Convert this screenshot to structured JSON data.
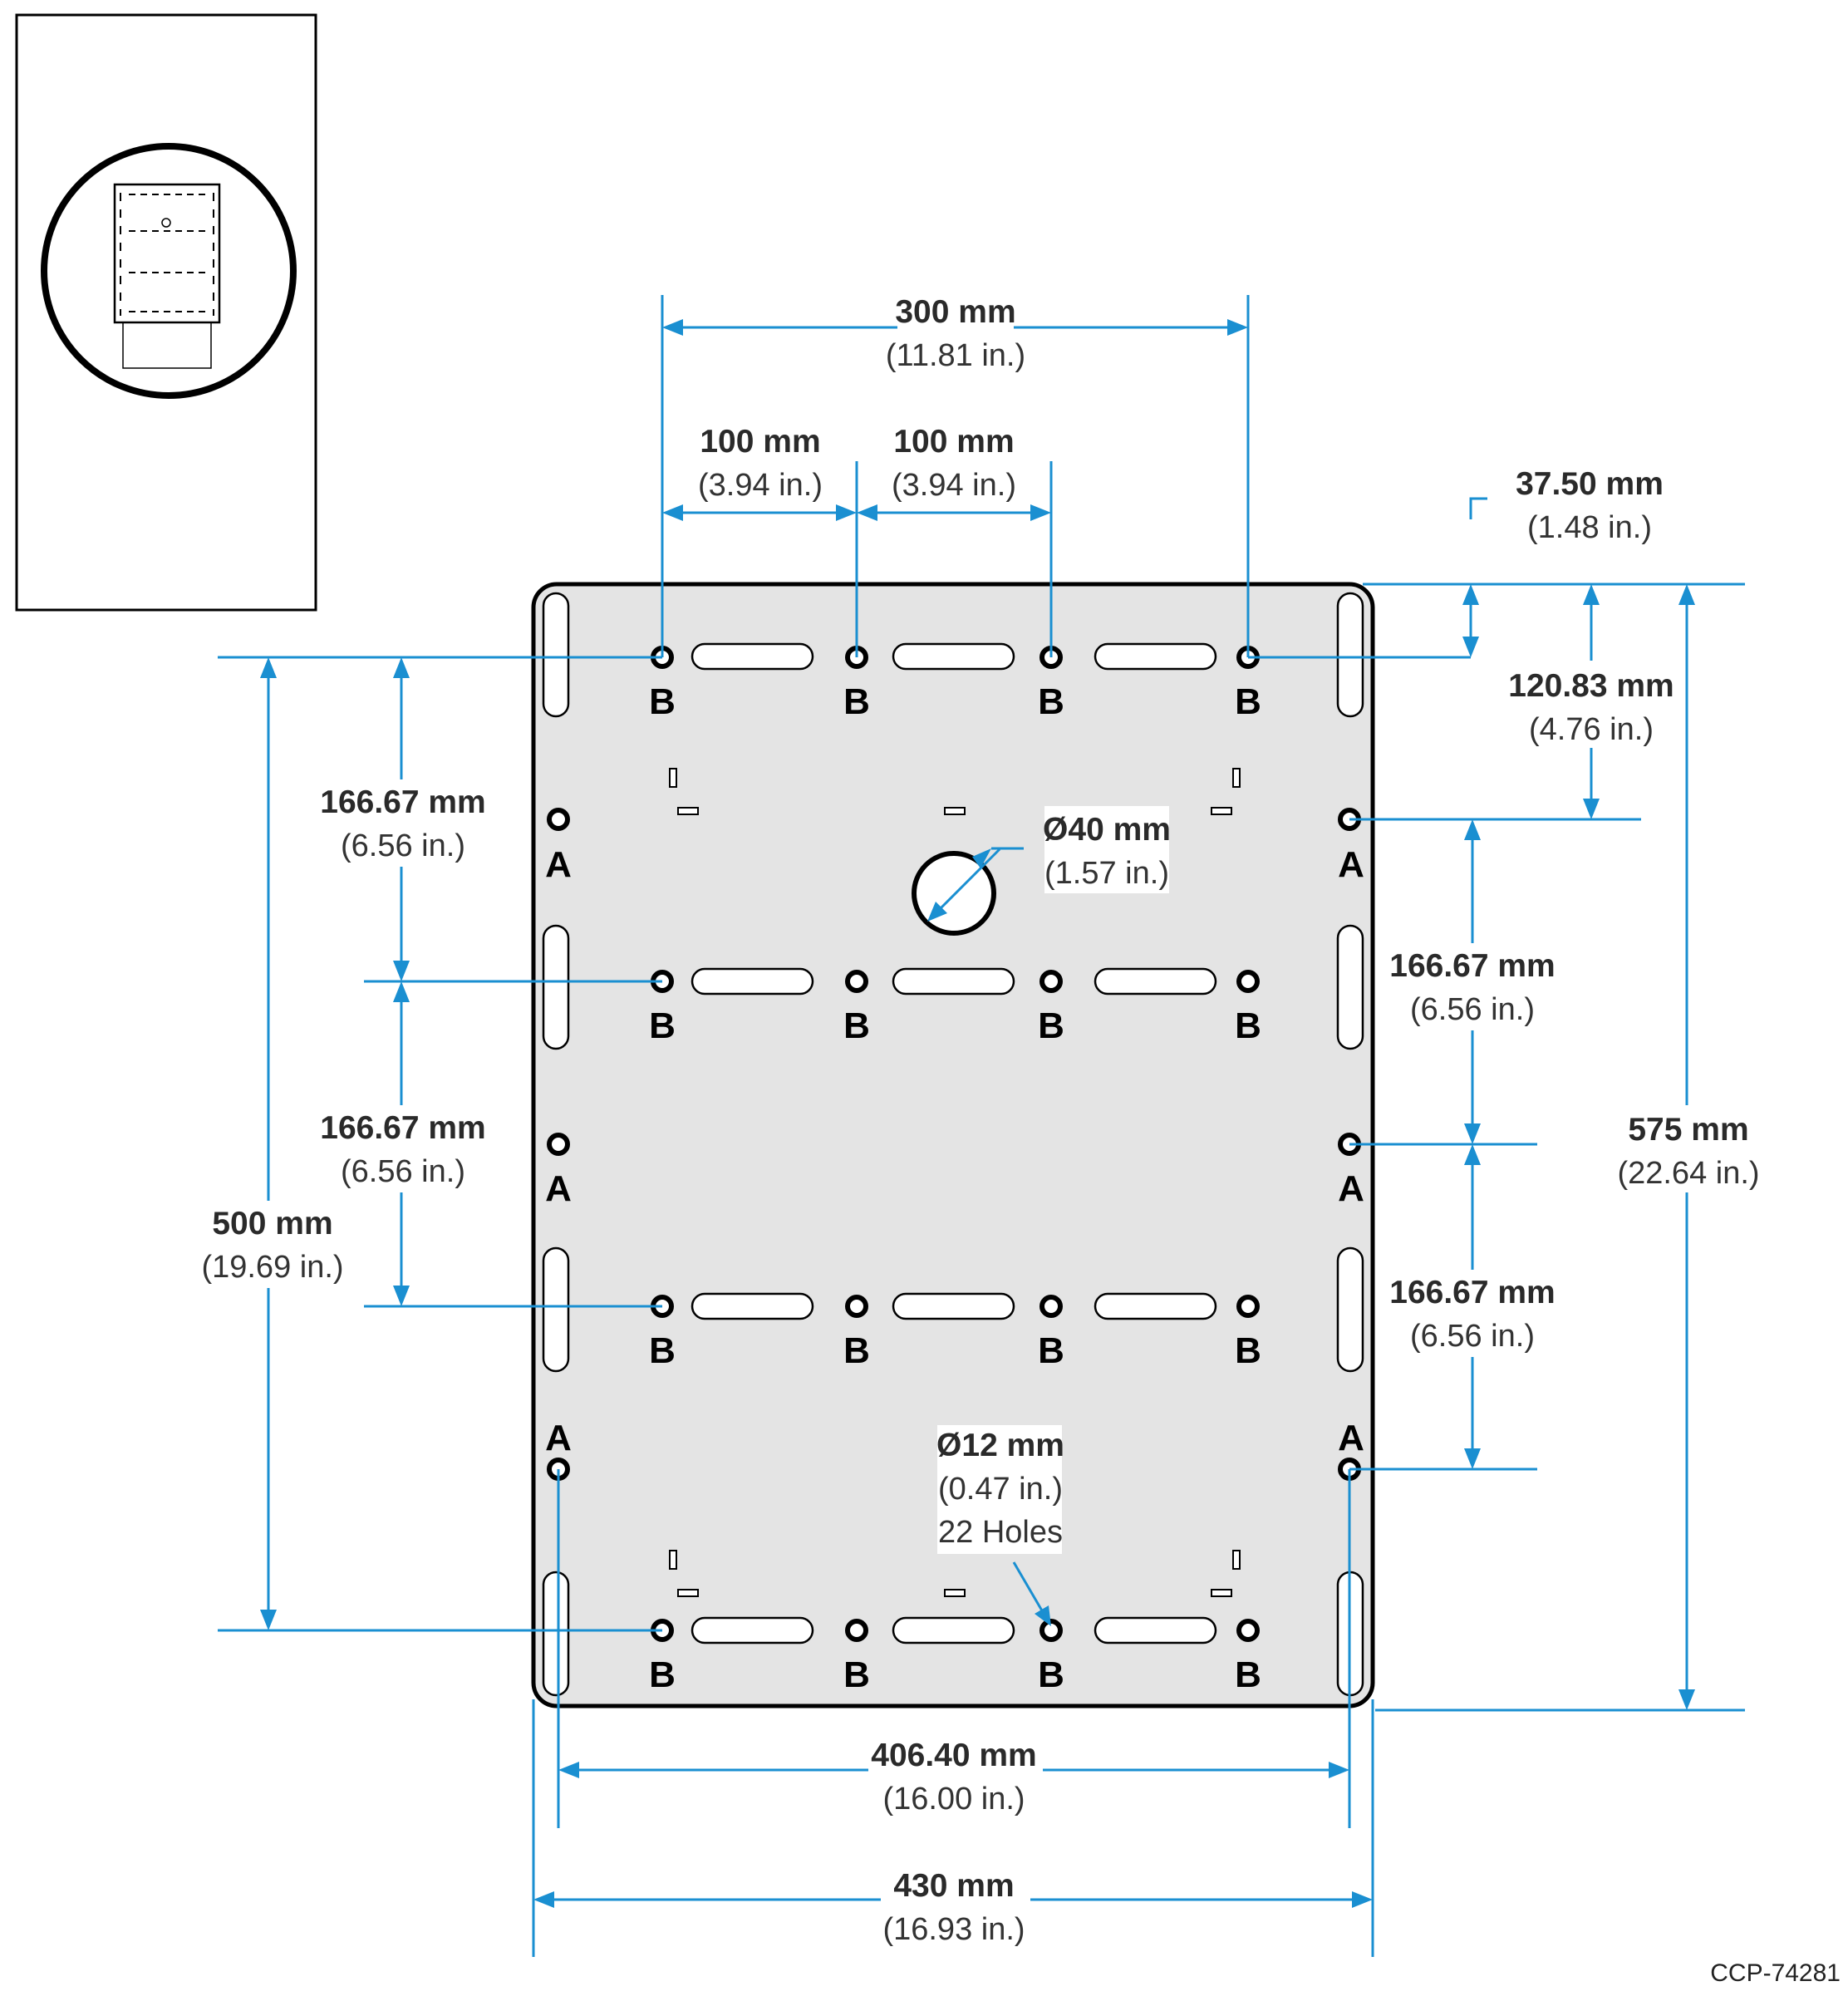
{
  "colors": {
    "dimension": "#1a8fd1",
    "plate_fill": "#e4e4e4",
    "plate_stroke": "#000000"
  },
  "plate": {
    "hole_labels": {
      "a": "A",
      "b": "B"
    }
  },
  "dimensions": {
    "top_300": {
      "mm": "300 mm",
      "inch": "(11.81 in.)"
    },
    "top_100_left": {
      "mm": "100 mm",
      "inch": "(3.94 in.)"
    },
    "top_100_right": {
      "mm": "100 mm",
      "inch": "(3.94 in.)"
    },
    "right_3750": {
      "mm": "37.50 mm",
      "inch": "(1.48 in.)"
    },
    "right_12083": {
      "mm": "120.83 mm",
      "inch": "(4.76 in.)"
    },
    "right_16667_upper": {
      "mm": "166.67 mm",
      "inch": "(6.56 in.)"
    },
    "right_16667_lower": {
      "mm": "166.67 mm",
      "inch": "(6.56 in.)"
    },
    "right_575": {
      "mm": "575 mm",
      "inch": "(22.64 in.)"
    },
    "left_16667_upper": {
      "mm": "166.67 mm",
      "inch": "(6.56 in.)"
    },
    "left_16667_lower": {
      "mm": "166.67 mm",
      "inch": "(6.56 in.)"
    },
    "left_500": {
      "mm": "500 mm",
      "inch": "(19.69 in.)"
    },
    "center_hole": {
      "mm": "Ø40 mm",
      "inch": "(1.57 in.)"
    },
    "small_holes": {
      "mm": "Ø12 mm",
      "inch": "(0.47 in.)",
      "count": "22 Holes"
    },
    "bottom_40640": {
      "mm": "406.40 mm",
      "inch": "(16.00 in.)"
    },
    "bottom_430": {
      "mm": "430 mm",
      "inch": "(16.93 in.)"
    }
  },
  "figure_code": "CCP-74281"
}
